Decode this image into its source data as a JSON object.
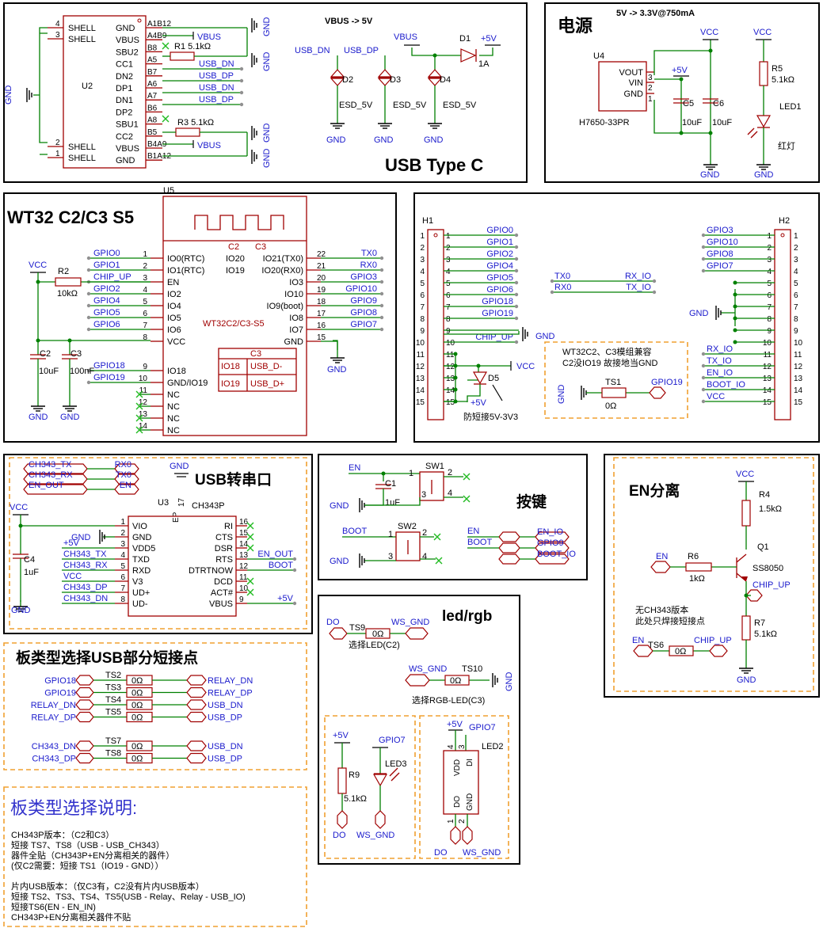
{
  "usb_section": {
    "title": "USB Type C",
    "ref": "U2",
    "top_note": "VBUS -> 5V",
    "left_pins": [
      {
        "num": "4",
        "name": "SHELL"
      },
      {
        "num": "3",
        "name": "SHELL"
      },
      {
        "num": "2",
        "name": "SHELL"
      },
      {
        "num": "1",
        "name": "SHELL"
      }
    ],
    "right_pins": [
      {
        "name": "GND",
        "num": "A1B12"
      },
      {
        "name": "VBUS",
        "num": "A4B9"
      },
      {
        "name": "SBU2",
        "num": "B8"
      },
      {
        "name": "CC1",
        "num": "A5"
      },
      {
        "name": "DN2",
        "num": "B7"
      },
      {
        "name": "DP1",
        "num": "A6"
      },
      {
        "name": "DN1",
        "num": "A7"
      },
      {
        "name": "DP2",
        "num": "B6"
      },
      {
        "name": "SBU1",
        "num": "A8"
      },
      {
        "name": "CC2",
        "num": "B5"
      },
      {
        "name": "VBUS",
        "num": "B4A9"
      },
      {
        "name": "GND",
        "num": "B1A12"
      }
    ],
    "nets": [
      "VBUS",
      "USB_DN",
      "USB_DP",
      "USB_DN",
      "USB_DP",
      "VBUS",
      "GND",
      "GND",
      "GND"
    ],
    "r1": "R1 5.1kΩ",
    "r3": "R3 5.1kΩ",
    "esd_nets": [
      "USB_DN",
      "USB_DP",
      "VBUS"
    ],
    "esd_refs": [
      "D2",
      "D3",
      "D4"
    ],
    "esd_values": [
      "ESD_5V",
      "ESD_5V",
      "ESD_5V"
    ],
    "d1": "D1",
    "d1_val": "1A",
    "plus5v": "+5V",
    "gnd": "GND"
  },
  "power_section": {
    "title": "电源",
    "note": "5V -> 3.3V@750mA",
    "ref": "U4",
    "part": "H7650-33PR",
    "pins": [
      {
        "name": "VOUT",
        "num": "3"
      },
      {
        "name": "VIN",
        "num": "2"
      },
      {
        "name": "GND",
        "num": "1"
      }
    ],
    "vcc": "VCC",
    "plus5v": "+5V",
    "c5": "C5",
    "c5_val": "10uF",
    "c6": "C6",
    "c6_val": "10uF",
    "r5": "R5",
    "r5_val": "5.1kΩ",
    "led": "LED1",
    "led_color": "红灯",
    "gnd": "GND"
  },
  "wt32_section": {
    "title": "WT32 C2/C3 S5",
    "ref": "U5",
    "part": "WT32C2/C3-S5",
    "left_pins": [
      {
        "net": "GPIO0",
        "num": "1",
        "name": "IO0(RTC)"
      },
      {
        "net": "GPIO1",
        "num": "2",
        "name": "IO1(RTC)"
      },
      {
        "net": "CHIP_UP",
        "num": "3",
        "name": "EN"
      },
      {
        "net": "GPIO2",
        "num": "4",
        "name": "IO2"
      },
      {
        "net": "GPIO4",
        "num": "5",
        "name": "IO4"
      },
      {
        "net": "GPIO5",
        "num": "6",
        "name": "IO5"
      },
      {
        "net": "GPIO6",
        "num": "7",
        "name": "IO6"
      },
      {
        "net": "",
        "num": "8",
        "name": "VCC"
      },
      {
        "net": "GPIO18",
        "num": "9",
        "name": "IO18"
      },
      {
        "net": "GPIO19",
        "num": "10",
        "name": "GND/IO19"
      },
      {
        "net": "",
        "num": "11",
        "name": "NC"
      },
      {
        "net": "",
        "num": "12",
        "name": "NC"
      },
      {
        "net": "",
        "num": "13",
        "name": "NC"
      },
      {
        "net": "",
        "num": "14",
        "name": "NC"
      }
    ],
    "right_pins": [
      {
        "net": "TX0",
        "num": "22",
        "name": "IO21(TX0)",
        "name2": "IO20"
      },
      {
        "net": "RX0",
        "num": "21",
        "name": "IO20(RX0)",
        "name2": "IO19"
      },
      {
        "net": "GPIO3",
        "num": "20",
        "name": "IO3"
      },
      {
        "net": "GPIO10",
        "num": "19",
        "name": "IO10"
      },
      {
        "net": "GPIO9",
        "num": "18",
        "name": "IO9(boot)"
      },
      {
        "net": "GPIO8",
        "num": "17",
        "name": "IO8"
      },
      {
        "net": "GPIO7",
        "num": "16",
        "name": "IO7"
      },
      {
        "net": "",
        "num": "15",
        "name": "GND"
      }
    ],
    "col_c2": "C2",
    "col_c3": "C3",
    "table_title": "C3",
    "table": [
      [
        "IO18",
        "USB_D-"
      ],
      [
        "IO19",
        "USB_D+"
      ]
    ],
    "vcc": "VCC",
    "r2": "R2",
    "r2_val": "10kΩ",
    "c2": "C2",
    "c2_val": "10uF",
    "c3": "C3",
    "c3_val": "100nF",
    "gnd": "GND"
  },
  "header_section": {
    "h1": "H1",
    "h1_pins": [
      "GPIO0",
      "GPIO1",
      "GPIO2",
      "GPIO4",
      "GPIO5",
      "GPIO6",
      "GPIO18",
      "GPIO19",
      "",
      "CHIP_UP",
      "",
      "",
      "",
      "",
      ""
    ],
    "h2": "H2",
    "h2_pins": [
      "GPIO3",
      "GPIO10",
      "GPIO8",
      "GPIO7",
      "",
      "",
      "",
      "",
      "",
      "",
      "RX_IO",
      "TX_IO",
      "EN_IO",
      "BOOT_IO",
      "VCC"
    ],
    "gnd": "GND",
    "vcc": "VCC",
    "plus5v": "+5V",
    "d5": "D5",
    "d5_note": "防短接5V-3V3",
    "cross": [
      {
        "from": "TX0",
        "to": "RX_IO"
      },
      {
        "from": "RX0",
        "to": "TX_IO"
      }
    ],
    "note1": "WT32C2、C3模组兼容",
    "note2": "C2没IO19 故接地当GND",
    "ts1": "TS1",
    "ts1_val": "0Ω",
    "ts1_net": "GPIO19"
  },
  "ch343_section": {
    "title": "USB转串口",
    "ref": "U3",
    "part": "CH343P",
    "ep": "EP",
    "ep_num": "17",
    "links": [
      {
        "a": "CH343_TX",
        "b": "RX0"
      },
      {
        "a": "CH343_RX",
        "b": "TX0"
      },
      {
        "a": "EN_OUT",
        "b": "EN"
      }
    ],
    "left_pins": [
      {
        "net": "",
        "num": "1",
        "name": "VIO"
      },
      {
        "net": "GND",
        "num": "2",
        "name": "GND"
      },
      {
        "net": "+5V",
        "num": "3",
        "name": "VDD5"
      },
      {
        "net": "CH343_TX",
        "num": "4",
        "name": "TXD"
      },
      {
        "net": "CH343_RX",
        "num": "5",
        "name": "RXD"
      },
      {
        "net": "VCC",
        "num": "6",
        "name": "V3"
      },
      {
        "net": "CH343_DP",
        "num": "7",
        "name": "UD+"
      },
      {
        "net": "CH343_DN",
        "num": "8",
        "name": "UD-"
      }
    ],
    "right_pins": [
      {
        "net": "",
        "num": "16",
        "name": "RI"
      },
      {
        "net": "",
        "num": "15",
        "name": "CTS"
      },
      {
        "net": "",
        "num": "14",
        "name": "DSR"
      },
      {
        "net": "EN_OUT",
        "num": "13",
        "name": "RTS"
      },
      {
        "net": "BOOT",
        "num": "12",
        "name": "DTRTNOW"
      },
      {
        "net": "",
        "num": "11",
        "name": "DCD"
      },
      {
        "net": "",
        "num": "10",
        "name": "ACT#"
      },
      {
        "net": "+5V",
        "num": "9",
        "name": "VBUS"
      }
    ],
    "vcc": "VCC",
    "c4": "C4",
    "c4_val": "1uF",
    "gnd": "GND"
  },
  "button_section": {
    "title": "按键",
    "en": "EN",
    "boot": "BOOT",
    "sw1": "SW1",
    "sw2": "SW2",
    "c1": "C1",
    "c1_val": "1uF",
    "pins_sw1": [
      "1",
      "2",
      "3",
      "4"
    ],
    "pins_sw2": [
      "1",
      "2",
      "3",
      "4"
    ],
    "links": [
      {
        "a": "EN",
        "b": "EN_IO"
      },
      {
        "a": "BOOT",
        "b": "GPIO9"
      },
      {
        "a": "",
        "b": "BOOT_IO"
      }
    ],
    "gnd": "GND"
  },
  "en_section": {
    "title": "EN分离",
    "vcc": "VCC",
    "r4": "R4",
    "r4_val": "1.5kΩ",
    "q1": "Q1",
    "q1_val": "SS8050",
    "r6": "R6",
    "r6_val": "1kΩ",
    "en": "EN",
    "chip_up": "CHIP_UP",
    "r7": "R7",
    "r7_val": "5.1kΩ",
    "note1": "无CH343版本",
    "note2": "此处只焊接短接点",
    "ts6": "TS6",
    "ts6_val": "0Ω",
    "gnd": "GND"
  },
  "led_section": {
    "title": "led/rgb",
    "ts9": "TS9",
    "ts9_val": "0Ω",
    "ts9_a": "DO",
    "ts9_b": "WS_GND",
    "ts9_note": "选择LED(C2)",
    "ts10": "TS10",
    "ts10_val": "0Ω",
    "ts10_a": "WS_GND",
    "ts10_note": "选择RGB-LED(C3)",
    "plus5v": "+5V",
    "gpio7": "GPIO7",
    "r9": "R9",
    "r9_val": "5.1kΩ",
    "led3": "LED3",
    "led2": "LED2",
    "led2_pins": [
      "VDD",
      "DI",
      "DO",
      "GND"
    ],
    "led2_nums": [
      "4",
      "3",
      "1",
      "2"
    ],
    "do": "DO",
    "ws_gnd": "WS_GND",
    "gnd": "GND"
  },
  "select_section": {
    "title": "板类型选择USB部分短接点",
    "rows": [
      {
        "a": "GPIO18",
        "ts": "TS2",
        "val": "0Ω",
        "b": "RELAY_DN"
      },
      {
        "a": "GPIO19",
        "ts": "TS3",
        "val": "0Ω",
        "b": "RELAY_DP"
      },
      {
        "a": "RELAY_DN",
        "ts": "TS4",
        "val": "0Ω",
        "b": "USB_DN"
      },
      {
        "a": "RELAY_DP",
        "ts": "TS5",
        "val": "0Ω",
        "b": "USB_DP"
      },
      {
        "a": "CH343_DN",
        "ts": "TS7",
        "val": "0Ω",
        "b": "USB_DN"
      },
      {
        "a": "CH343_DP",
        "ts": "TS8",
        "val": "0Ω",
        "b": "USB_DP"
      }
    ]
  },
  "desc_section": {
    "title": "板类型选择说明:",
    "lines": [
      "CH343P版本：（C2和C3）",
      "短接 TS7、TS8（USB - USB_CH343）",
      "器件全贴（CH343P+EN分离相关的器件）",
      "(仅C2需要：短接 TS1（IO19 - GND））",
      "",
      "片内USB版本：（仅C3有，C2没有片内USB版本）",
      "短接 TS2、TS3、TS4、TS5(USB - Relay、Relay - USB_IO)",
      "短接TS6(EN - EN_IN)",
      "CH343P+EN分离相关器件不贴"
    ]
  }
}
